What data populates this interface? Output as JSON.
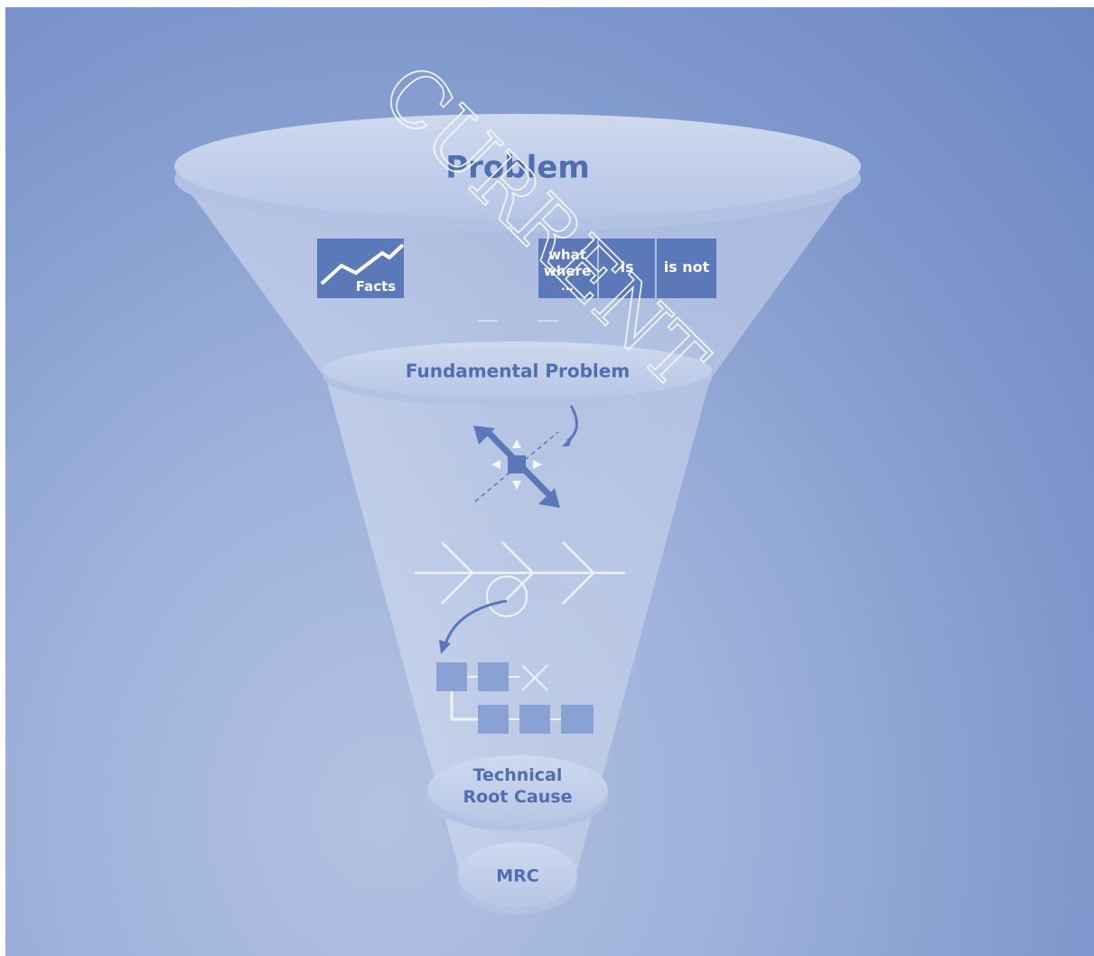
{
  "funnel": {
    "top_label": "Problem",
    "facts_label": "Facts",
    "matrix": {
      "col1": [
        "what",
        "where",
        "..."
      ],
      "col2": "is",
      "col3": "is not"
    },
    "middle_label": "Fundamental Problem",
    "root_cause_label": [
      "Technical",
      "Root Cause"
    ],
    "bottom_label": "MRC"
  },
  "watermark": "CURRENT",
  "colors": {
    "background": "#7f98cc",
    "text": "#4f6fb0",
    "icon": "#5b79b9",
    "funnel_disc": "#c2cfea"
  }
}
